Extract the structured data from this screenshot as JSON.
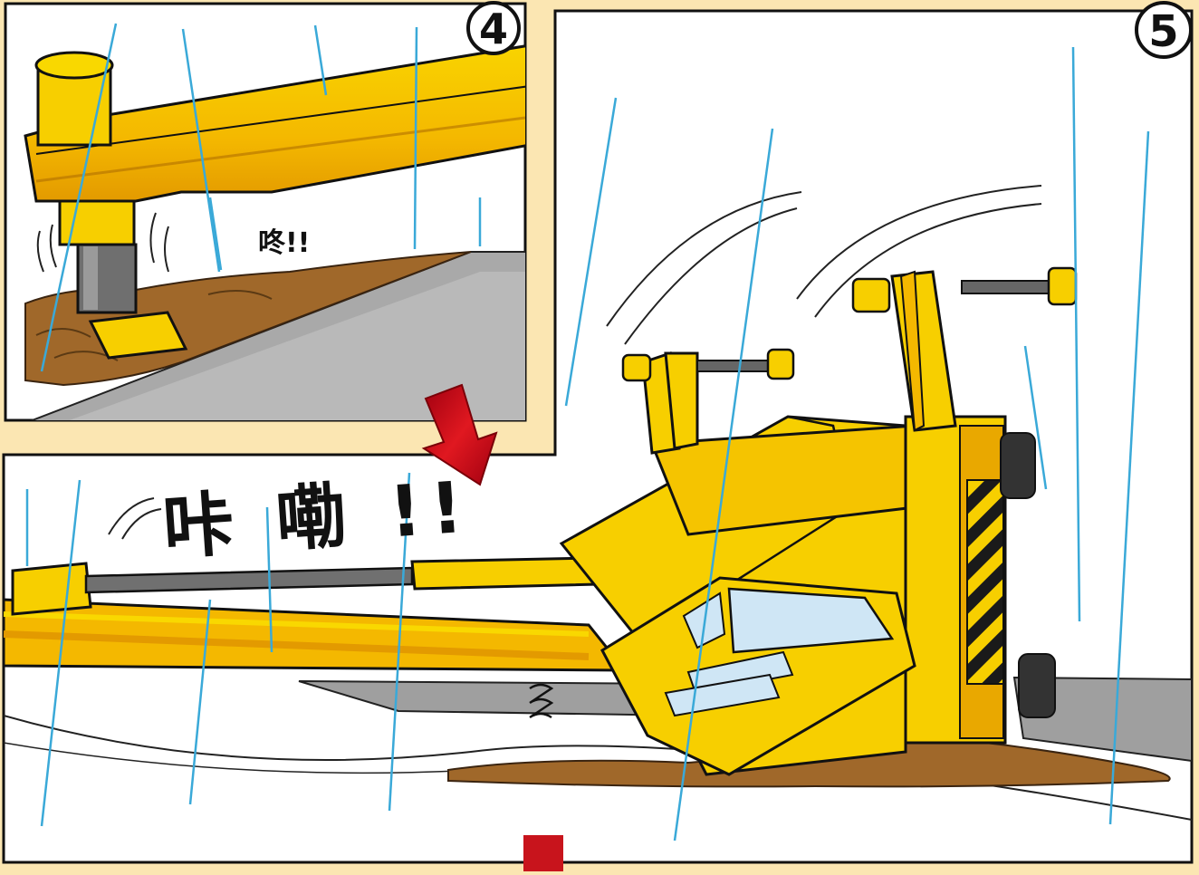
{
  "panels": {
    "panel4": {
      "number": "4",
      "sfx": "咚!!"
    },
    "panel5": {
      "number": "5",
      "sfx": "咔 嘞 !!"
    }
  },
  "colors": {
    "background": "#fbe6b2",
    "panel_fill": "#ffffff",
    "machine_yellow": "#f7cf00",
    "machine_shadow": "#e39a00",
    "rain": "#3aa9d8",
    "mud": "#a0682a",
    "ground_gray": "#a8a8a8",
    "arrow_red": "#d8141c"
  },
  "icons": [
    "down-arrow-icon",
    "red-block-marker"
  ]
}
